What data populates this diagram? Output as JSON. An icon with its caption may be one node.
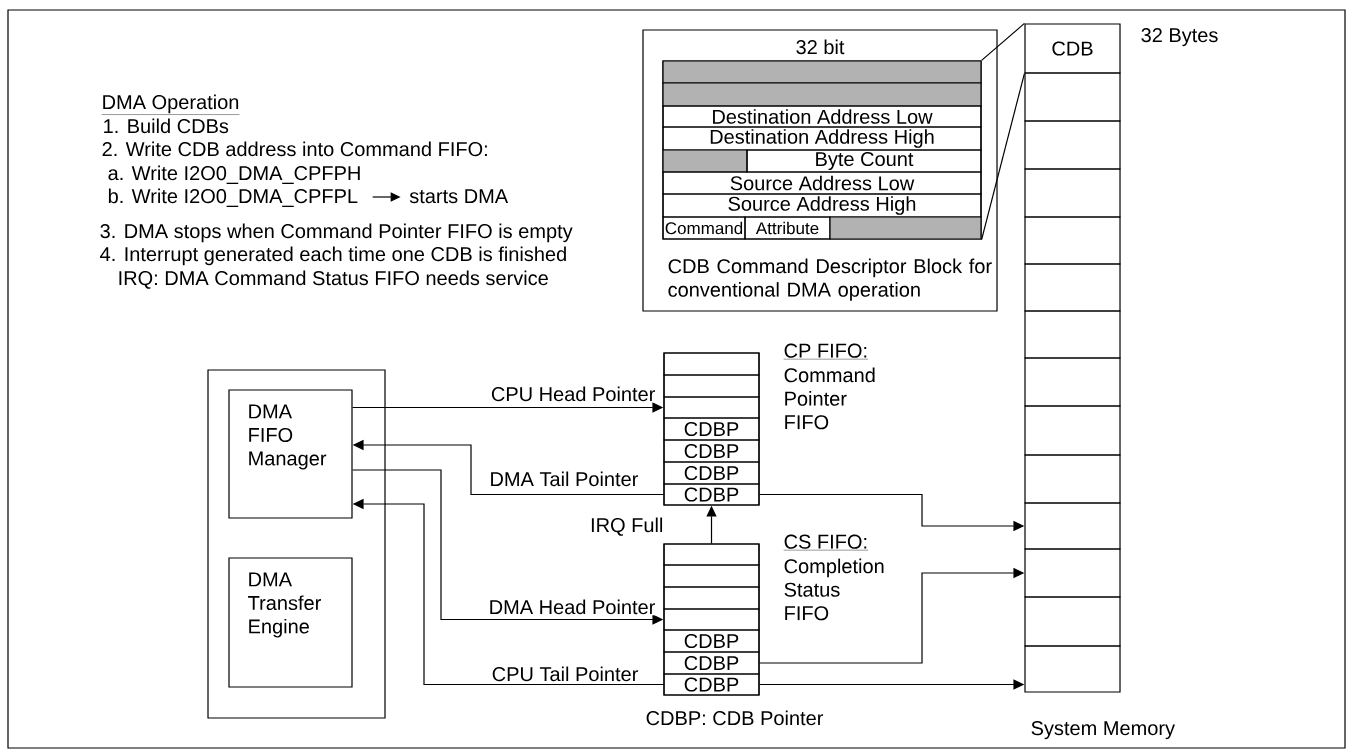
{
  "diagram": {
    "nodes": [
      {
        "text": [],
        "shape": "box"
      },
      {
        "text": [
          "DMA FIFO Manager"
        ],
        "in": 0
      },
      {
        "text": [
          "DMA Transfer Engine"
        ],
        "in": 0
      },
      {
        "text": [
          "32 bit",
          "CDB Command Descriptor Block for conventional DMA operation"
        ]
      },
      {
        "text": [],
        "shape": "box",
        "in": 3
      },
      {
        "text": [],
        "shape": "bar",
        "in": 4
      },
      {
        "text": [],
        "shape": "bar",
        "in": 4
      },
      {
        "text": [
          "Destination Address Low"
        ],
        "in": 4
      },
      {
        "text": [
          "Destination Address High"
        ],
        "in": 4
      },
      {
        "text": [],
        "shape": "bar",
        "in": 4
      },
      {
        "text": [
          "Byte Count"
        ],
        "in": 4
      },
      {
        "text": [
          "Source Address Low"
        ],
        "in": 4
      },
      {
        "text": [
          "Source Address High"
        ],
        "in": 4
      },
      {
        "text": [
          "Command"
        ],
        "in": 4
      },
      {
        "text": [
          "Attribute"
        ],
        "in": 4
      },
      {
        "text": [],
        "shape": "bar",
        "in": 4
      },
      {
        "text": [],
        "shape": "box",
        "beside": [
          "CP FIFO:",
          "Command Pointer FIFO"
        ]
      },
      {
        "text": [],
        "shape": "box",
        "in": 16
      },
      {
        "text": [],
        "shape": "box",
        "in": 16
      },
      {
        "text": [],
        "shape": "box",
        "in": 16
      },
      {
        "text": [
          "CDBP"
        ],
        "in": 16
      },
      {
        "text": [
          "CDBP"
        ],
        "in": 16
      },
      {
        "text": [
          "CDBP"
        ],
        "in": 16
      },
      {
        "text": [
          "CDBP"
        ],
        "in": 16
      },
      {
        "text": [],
        "shape": "box",
        "beside": [
          "CS FIFO:",
          "Completion Status FIFO"
        ]
      },
      {
        "text": [],
        "shape": "box",
        "in": 24
      },
      {
        "text": [],
        "shape": "box",
        "in": 24
      },
      {
        "text": [],
        "shape": "box",
        "in": 24
      },
      {
        "text": [],
        "shape": "box",
        "in": 24
      },
      {
        "text": [
          "CDBP"
        ],
        "in": 24
      },
      {
        "text": [
          "CDBP"
        ],
        "in": 24
      },
      {
        "text": [
          "CDBP"
        ],
        "in": 24
      },
      {
        "text": [
          "CDB"
        ]
      },
      {
        "text": [],
        "shape": "box"
      },
      {
        "text": [],
        "shape": "box"
      },
      {
        "text": [],
        "shape": "box"
      },
      {
        "text": [],
        "shape": "box"
      },
      {
        "text": [],
        "shape": "box"
      },
      {
        "text": [],
        "shape": "box"
      },
      {
        "text": [],
        "shape": "box"
      },
      {
        "text": [],
        "shape": "box"
      },
      {
        "text": [],
        "shape": "box"
      },
      {
        "text": [],
        "shape": "box"
      },
      {
        "text": [],
        "shape": "box"
      },
      {
        "text": [],
        "shape": "box"
      },
      {
        "text": [],
        "shape": "box"
      }
    ],
    "edges": [
      {
        "from": 1,
        "to": 19,
        "arrow": "to",
        "label": "CPU Head Pointer"
      },
      {
        "from": 23,
        "to": 1,
        "arrow": "to",
        "label": "DMA Tail Pointer"
      },
      {
        "from": 1,
        "to": 28,
        "arrow": "to",
        "label": "DMA Head Pointer"
      },
      {
        "from": 31,
        "to": 1,
        "arrow": "to",
        "label": "CPU Tail Pointer"
      },
      {
        "from": 23,
        "to": 42,
        "arrow": "to"
      },
      {
        "from": 30,
        "to": 43,
        "arrow": "to"
      },
      {
        "from": 31,
        "to": 45,
        "arrow": "to"
      },
      {
        "from": 24,
        "to": 16,
        "arrow": "to",
        "label": "IRQ Full"
      },
      {
        "from": 4,
        "to": 32,
        "arrow": "none"
      },
      {
        "from": 4,
        "to": 32,
        "arrow": "none"
      }
    ],
    "labels": [
      "DMA Operation",
      "1. Build CDBs",
      "2. Write CDB address into Command FIFO:",
      "a. Write I2O0_DMA_CPFPH",
      "b. Write I2O0_DMA_CPFPL",
      "starts DMA",
      "3. DMA stops when Command Pointer FIFO is empty",
      "4. Interrupt generated each time one CDB is finished",
      "IRQ: DMA Command Status FIFO needs service",
      "32 Bytes",
      "CDBP: CDB Pointer",
      "System Memory"
    ]
  }
}
